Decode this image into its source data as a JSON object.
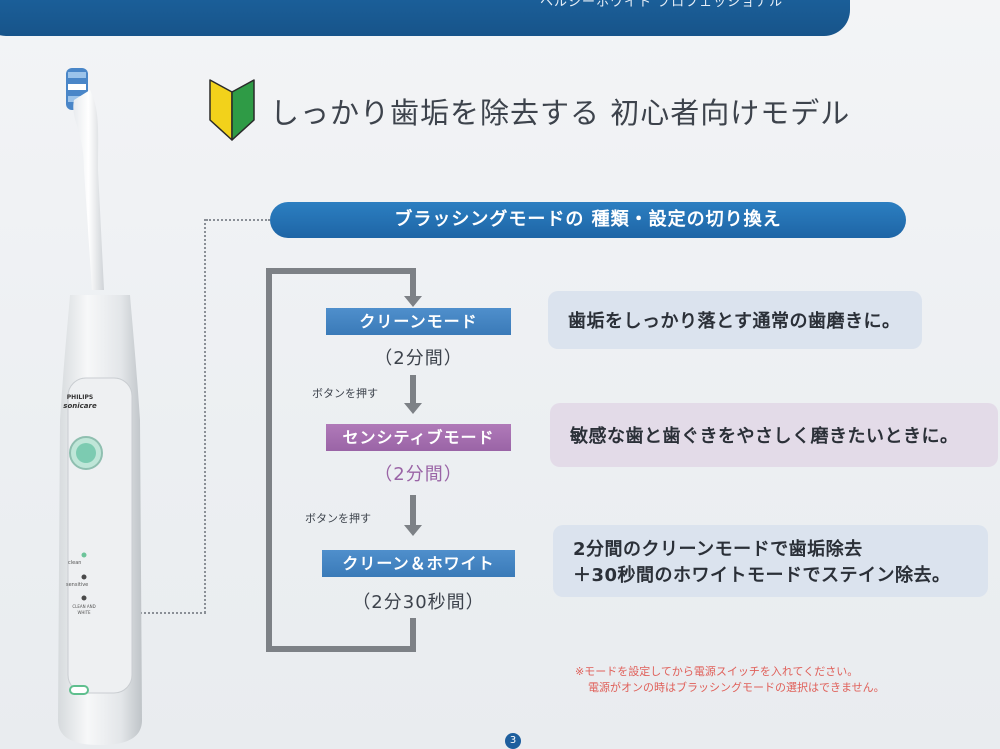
{
  "header": {
    "subtitle": "ヘルシーホワイト プロフェッショナル"
  },
  "headline": "しっかり歯垢を除去する 初心者向けモデル",
  "section_title": "ブラッシングモードの 種類・設定の切り換え",
  "modes": [
    {
      "label": "クリーンモード",
      "duration": "（2分間）",
      "description_lines": [
        "歯垢をしっかり落とす通常の歯磨きに。"
      ]
    },
    {
      "label": "センシティブモード",
      "duration": "（2分間）",
      "description_lines": [
        "敏感な歯と歯ぐきをやさしく磨きたいときに。"
      ]
    },
    {
      "label": "クリーン＆ホワイト",
      "duration": "（2分30秒間）",
      "description_lines": [
        "2分間のクリーンモードで歯垢除去",
        "＋30秒間のホワイトモードでステイン除去。"
      ]
    }
  ],
  "press_button_label": "ボタンを押す",
  "notes": [
    "※モードを設定してから電源スイッチを入れてください。",
    "電源がオンの時はブラッシングモードの選択はできません。"
  ],
  "brush": {
    "brand": "PHILIPS",
    "model": "sonicare",
    "mode_labels": [
      "clean",
      "sensitive",
      "CLEAN AND WHITE"
    ]
  },
  "page_number": "3",
  "icons": {
    "beginner": "beginner-leaf-icon"
  },
  "colors": {
    "banner": "#1e65a6",
    "clean": "#3a7ab8",
    "sensitive": "#9a64a6",
    "leaf_yellow": "#f2d21b",
    "leaf_green": "#2f9b46",
    "note": "#e0605a"
  }
}
